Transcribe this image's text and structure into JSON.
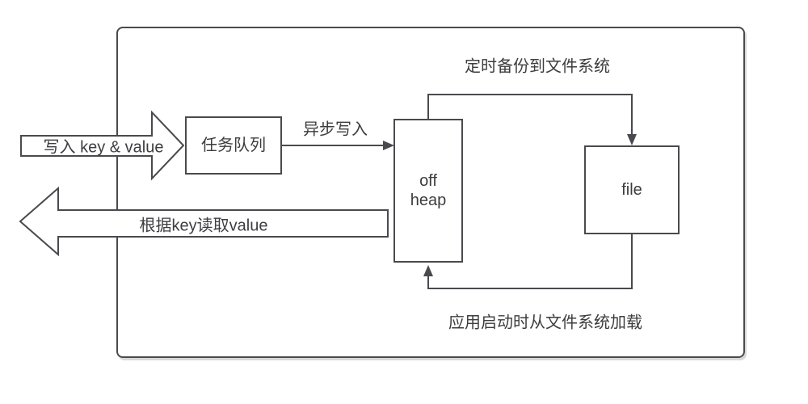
{
  "colors": {
    "line": "#4a4a4e",
    "text": "#3d3d3f",
    "background": "#ffffff"
  },
  "diagram": {
    "nodes": {
      "task_queue": {
        "label": "任务队列"
      },
      "off_heap": {
        "line1": "off",
        "line2": "heap"
      },
      "file": {
        "label": "file"
      }
    },
    "flows": {
      "write": {
        "label": "写入 key & value"
      },
      "read": {
        "label": "根据key读取value"
      },
      "async_write": {
        "label": "异步写入"
      },
      "backup": {
        "label": "定时备份到文件系统"
      },
      "load": {
        "label": "应用启动时从文件系统加载"
      }
    }
  }
}
